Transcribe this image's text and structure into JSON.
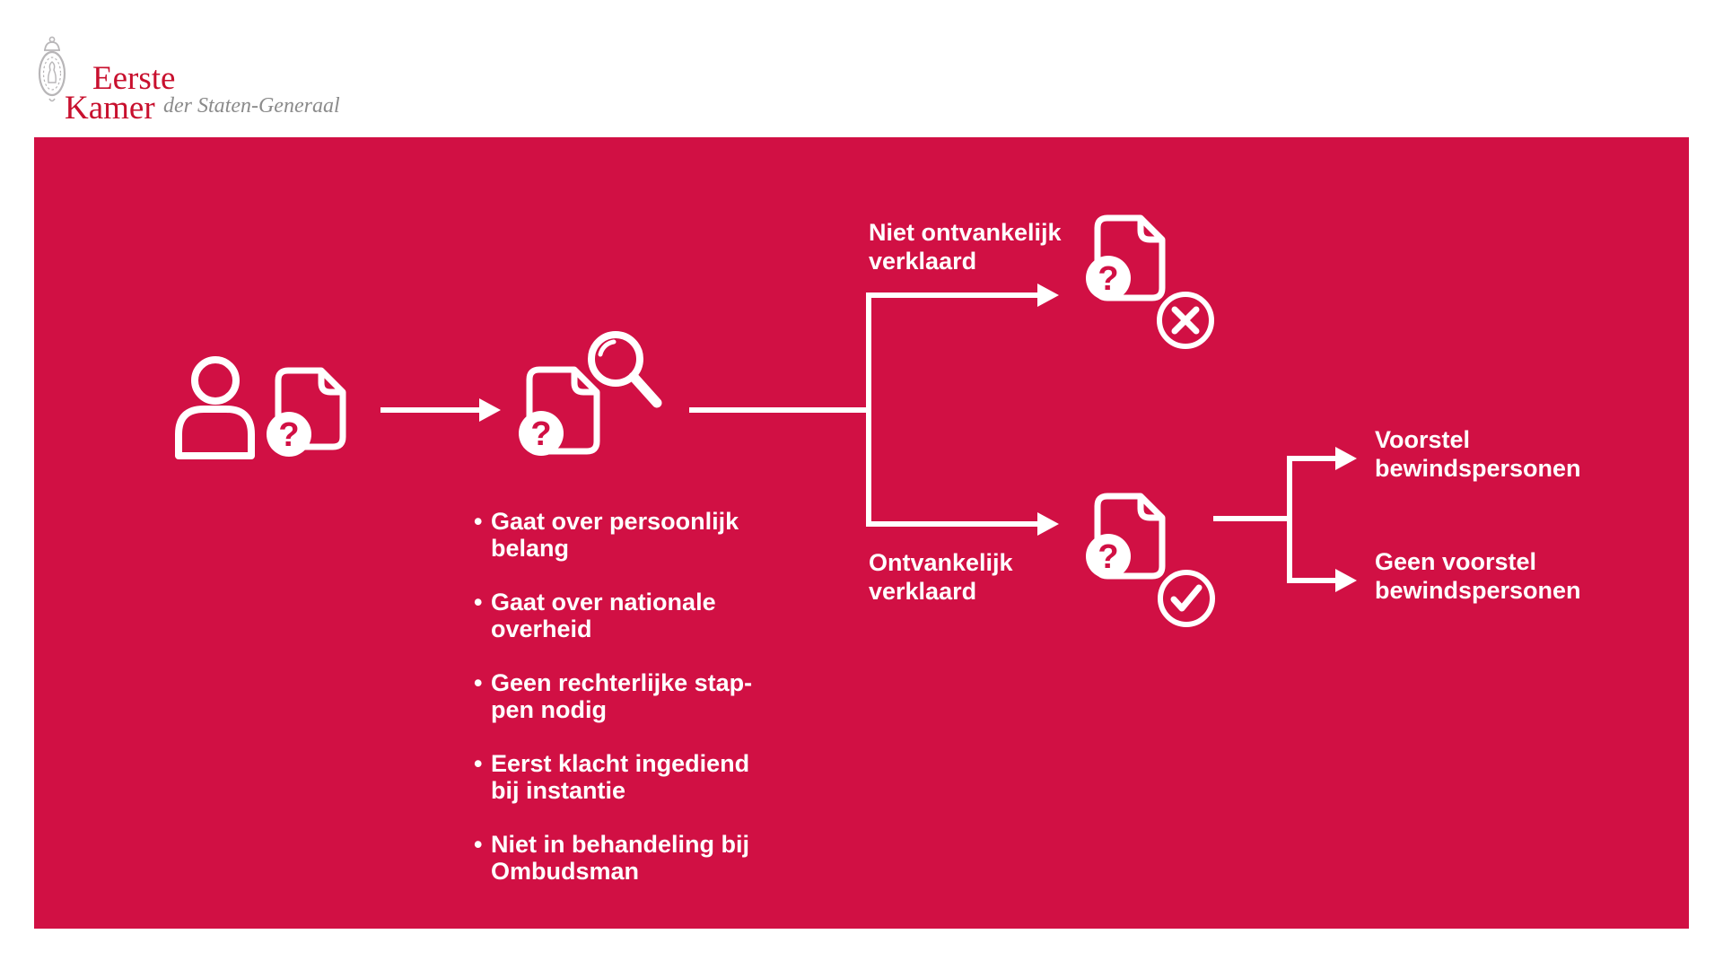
{
  "colors": {
    "panel_red": "#d11044",
    "logo_red": "#c8102e",
    "logo_gray": "#8b8b8b",
    "crest_gray": "#b8b6b8",
    "icon_white": "#ffffff"
  },
  "header": {
    "logo": {
      "crest_icon": "royal-crest-icon",
      "title_line1": "Eerste",
      "title_line2": "Kamer",
      "subtitle": "der Staten-Generaal"
    }
  },
  "flow": {
    "bullet": "•",
    "question_mark": "?",
    "start_icons": [
      "person-icon",
      "document-question-icon"
    ],
    "review_icons": [
      "document-question-icon",
      "magnifying-glass-icon"
    ],
    "criteria": [
      {
        "line1": "Gaat over persoonlijk",
        "line2": "belang"
      },
      {
        "line1": "Gaat over nationale",
        "line2": "overheid"
      },
      {
        "line1": "Geen rechterlijke stap-",
        "line2": "pen nodig"
      },
      {
        "line1": "Eerst klacht ingediend",
        "line2": "bij instantie"
      },
      {
        "line1": "Niet in behandeling bij",
        "line2": "Ombudsman"
      }
    ],
    "rejected": {
      "label_line1": "Niet ontvankelijk",
      "label_line2": "verklaard",
      "icons": [
        "document-question-icon",
        "cross-circle-icon"
      ]
    },
    "accepted": {
      "label_line1": "Ontvankelijk",
      "label_line2": "verklaard",
      "icons": [
        "document-question-icon",
        "check-circle-icon"
      ]
    },
    "outcomes": [
      {
        "line1": "Voorstel",
        "line2": "bewindspersonen"
      },
      {
        "line1": "Geen voorstel",
        "line2": "bewindspersonen"
      }
    ]
  }
}
